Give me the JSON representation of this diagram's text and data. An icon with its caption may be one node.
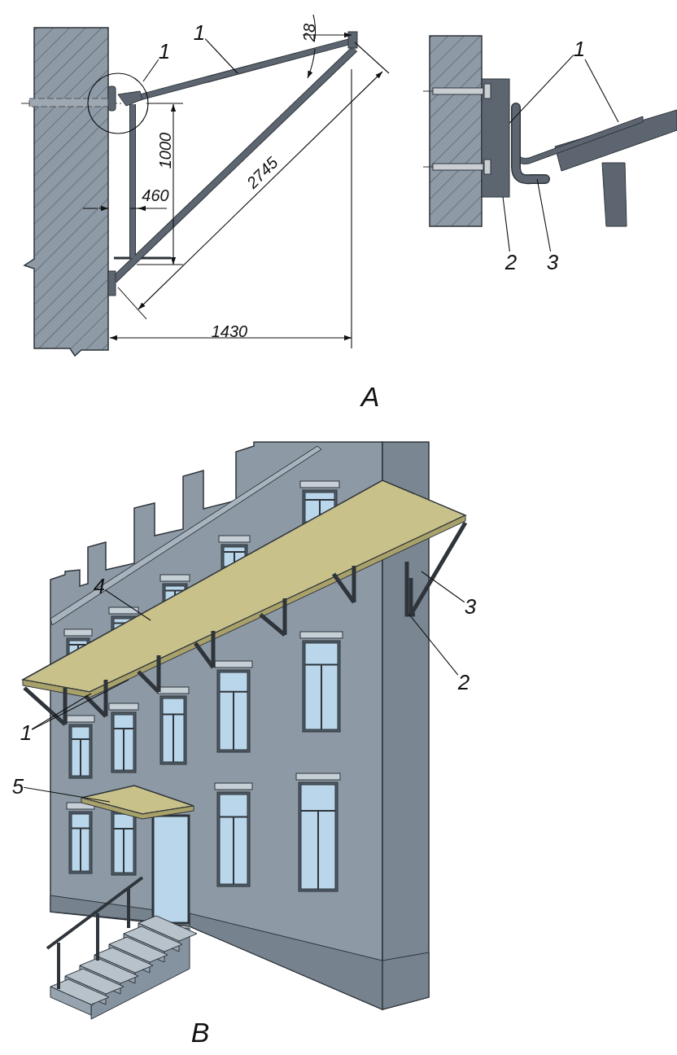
{
  "diagram": {
    "nodes": [
      {
        "text": [
          "1"
        ]
      },
      {
        "text": [
          "1"
        ]
      },
      {
        "text": [
          "1"
        ]
      },
      {
        "text": [
          "2"
        ]
      },
      {
        "text": [
          "3"
        ]
      },
      {
        "text": [
          "4"
        ]
      },
      {
        "text": [
          "3"
        ]
      },
      {
        "text": [
          "2"
        ]
      },
      {
        "text": [
          "1"
        ]
      },
      {
        "text": [
          "5"
        ]
      },
      {
        "text": [],
        "shape": "bar"
      },
      {
        "text": [],
        "shape": "hook"
      }
    ],
    "edges": [
      {
        "from": 0,
        "to": null,
        "arrow": "none"
      },
      {
        "from": 1,
        "to": null,
        "arrow": "none"
      },
      {
        "from": 2,
        "to": 10,
        "arrow": "none"
      },
      {
        "from": 2,
        "to": null,
        "arrow": "none"
      },
      {
        "from": 3,
        "to": 10,
        "arrow": "none"
      },
      {
        "from": 4,
        "to": 11,
        "arrow": "none"
      },
      {
        "from": 5,
        "to": null,
        "arrow": "none"
      },
      {
        "from": 6,
        "to": null,
        "arrow": "none"
      },
      {
        "from": 7,
        "to": null,
        "arrow": "none"
      },
      {
        "from": 8,
        "to": null,
        "arrow": "none"
      },
      {
        "from": 8,
        "to": null,
        "arrow": "none"
      },
      {
        "from": 9,
        "to": null,
        "arrow": "none"
      }
    ],
    "labels": [
      "28",
      "1000",
      "460",
      "2745",
      "1430",
      "A",
      "B"
    ]
  }
}
